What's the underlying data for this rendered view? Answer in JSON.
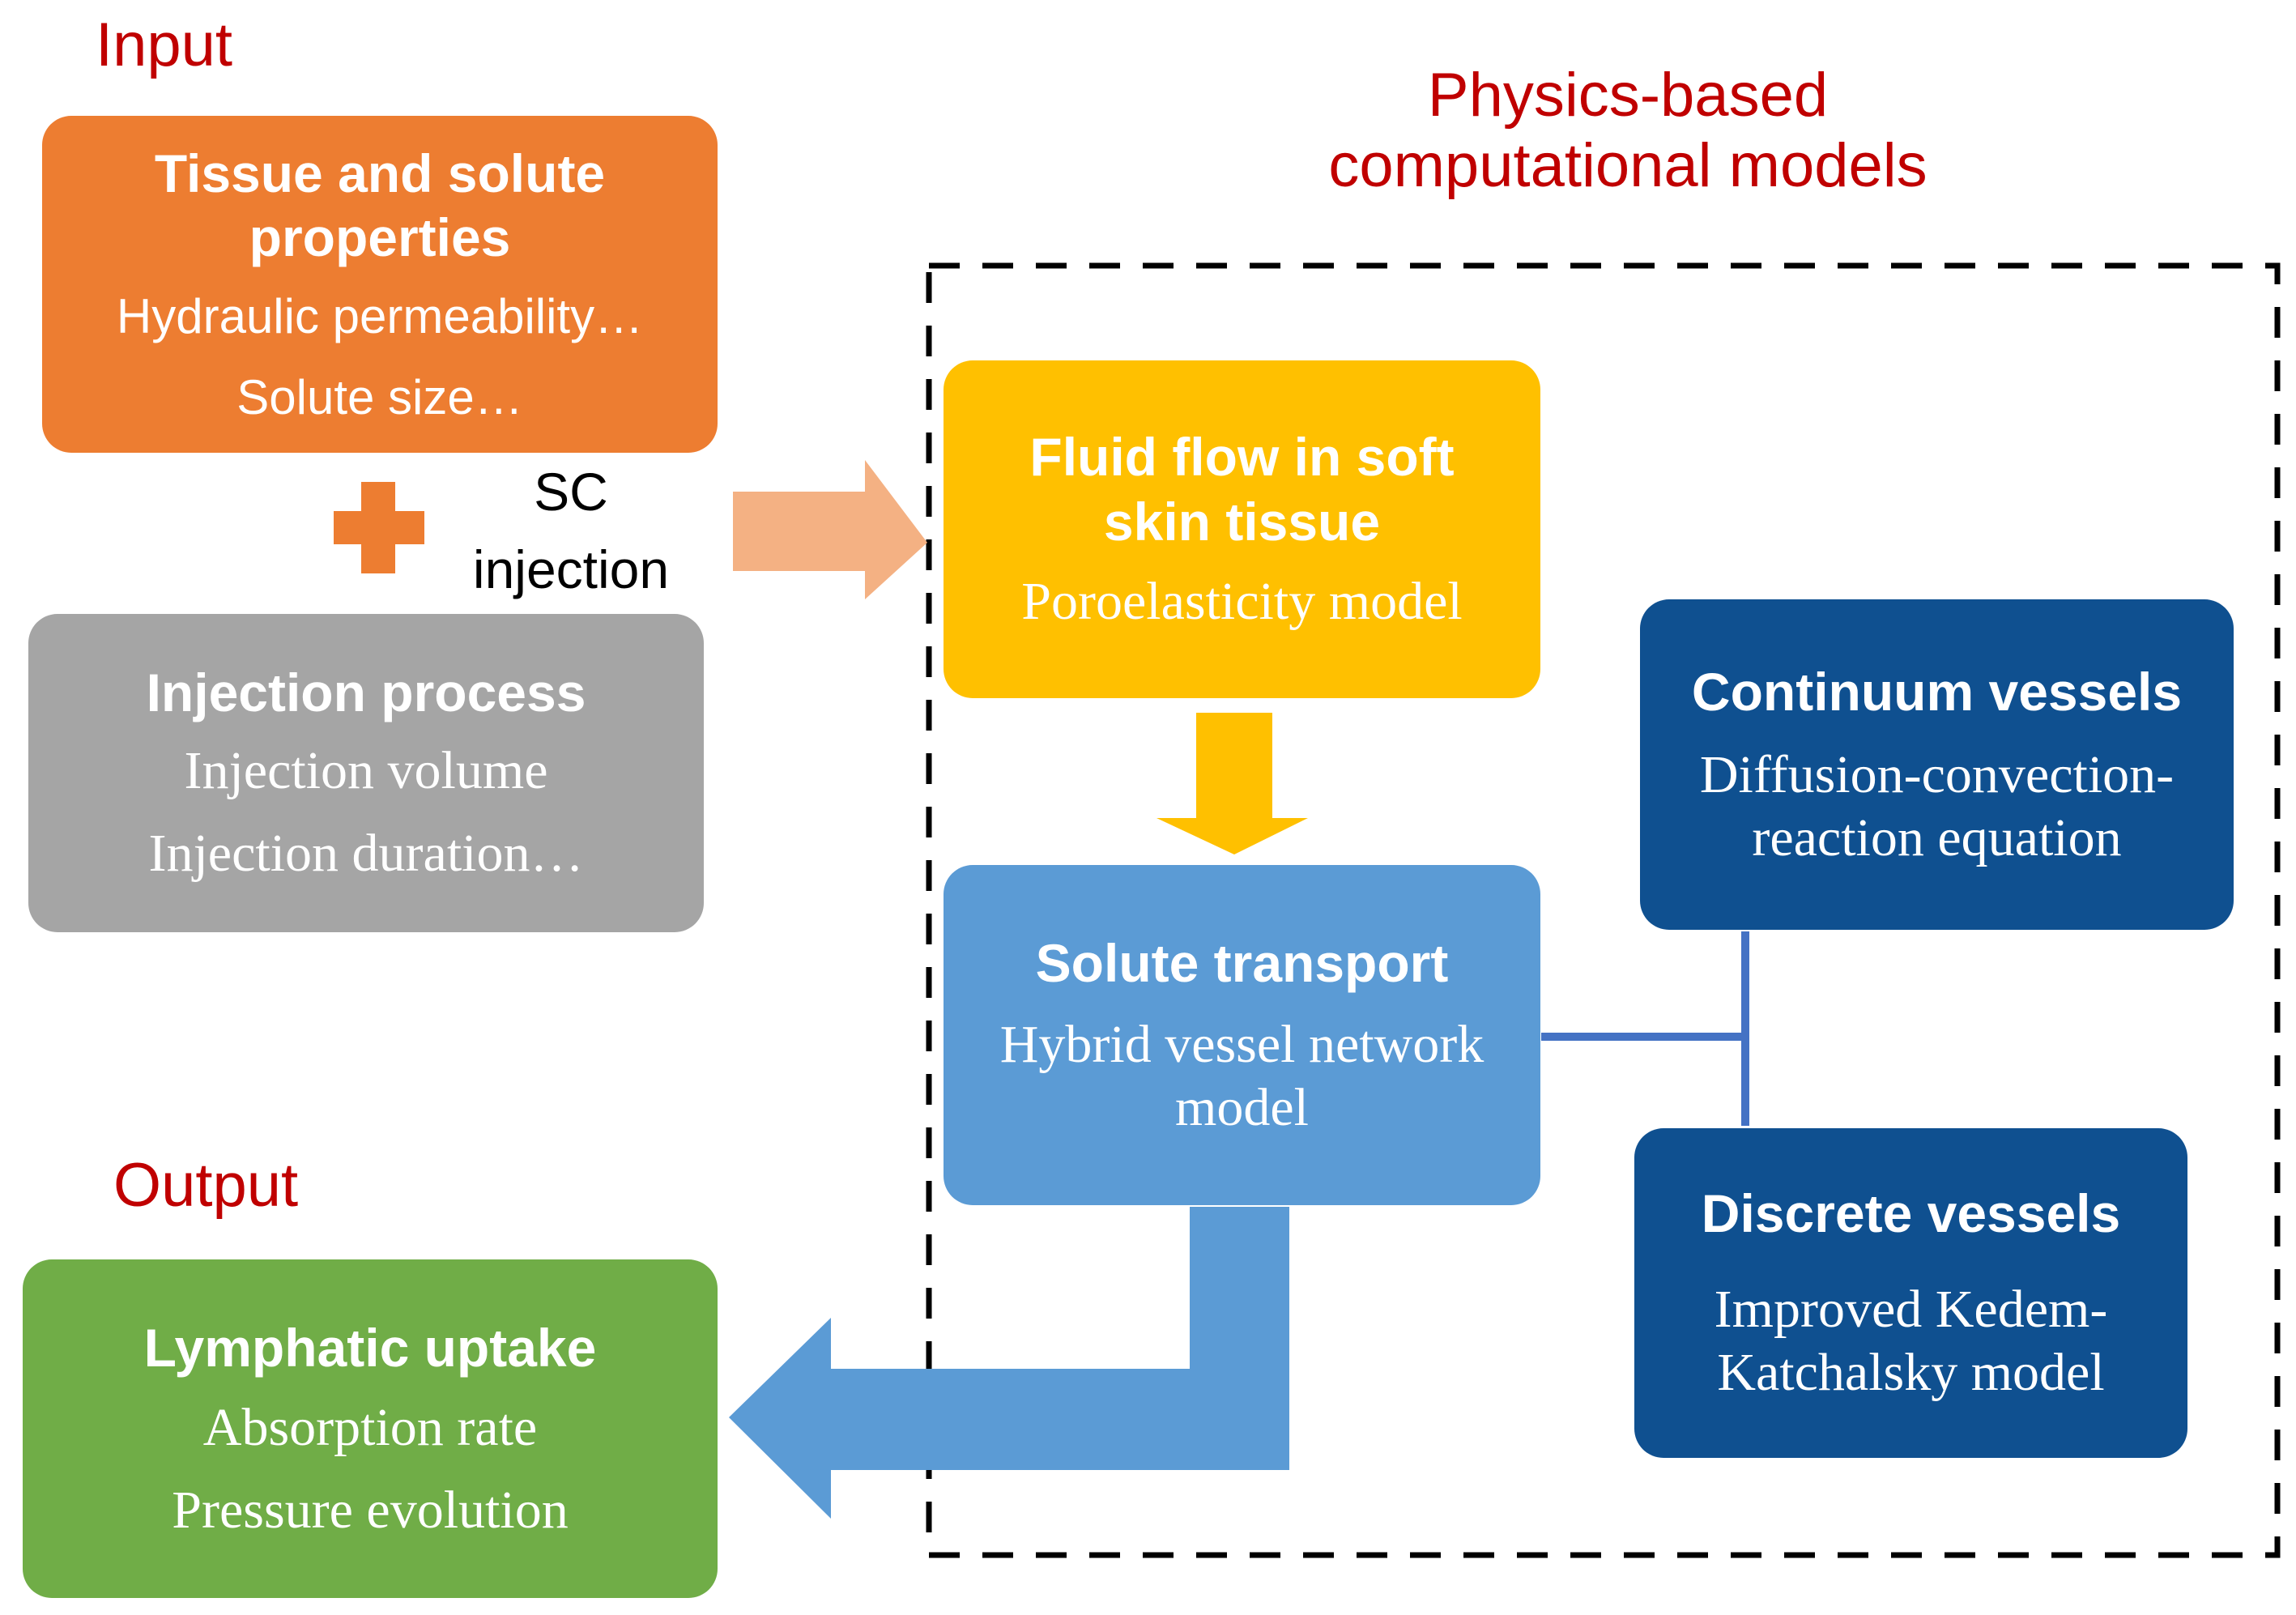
{
  "labels": {
    "input": "Input",
    "output": "Output",
    "models_title_line1": "Physics-based",
    "models_title_line2": "computational models",
    "sc_line1": "SC",
    "sc_line2": "injection"
  },
  "boxes": {
    "tissue": {
      "title_line1": "Tissue and solute",
      "title_line2": "properties",
      "detail1": "Hydraulic permeability…",
      "detail2": "Solute size…"
    },
    "injection": {
      "title": "Injection process",
      "detail1": "Injection volume",
      "detail2": "Injection duration…"
    },
    "fluid_flow": {
      "title_line1": "Fluid flow in soft",
      "title_line2": "skin tissue",
      "detail": "Poroelasticity model"
    },
    "solute_transport": {
      "title": "Solute transport",
      "detail_line1": "Hybrid vessel network",
      "detail_line2": "model"
    },
    "continuum": {
      "title": "Continuum vessels",
      "detail_line1": "Diffusion-convection-",
      "detail_line2": "reaction equation"
    },
    "discrete": {
      "title": "Discrete vessels",
      "detail_line1": "Improved Kedem-",
      "detail_line2": "Katchalsky model"
    },
    "lymphatic": {
      "title": "Lymphatic uptake",
      "detail1": "Absorption rate",
      "detail2": "Pressure evolution"
    }
  },
  "colors": {
    "label_red": "#c00000",
    "tissue_orange": "#ed7d31",
    "plus_orange": "#ed7d31",
    "injection_gray": "#a5a5a5",
    "arrow_peach": "#f4b183",
    "fluid_yellow": "#ffc000",
    "solute_blue": "#5b9bd5",
    "vessel_navy": "#0f5090",
    "connector_blue": "#4472c4",
    "lymphatic_green": "#70ad47"
  }
}
